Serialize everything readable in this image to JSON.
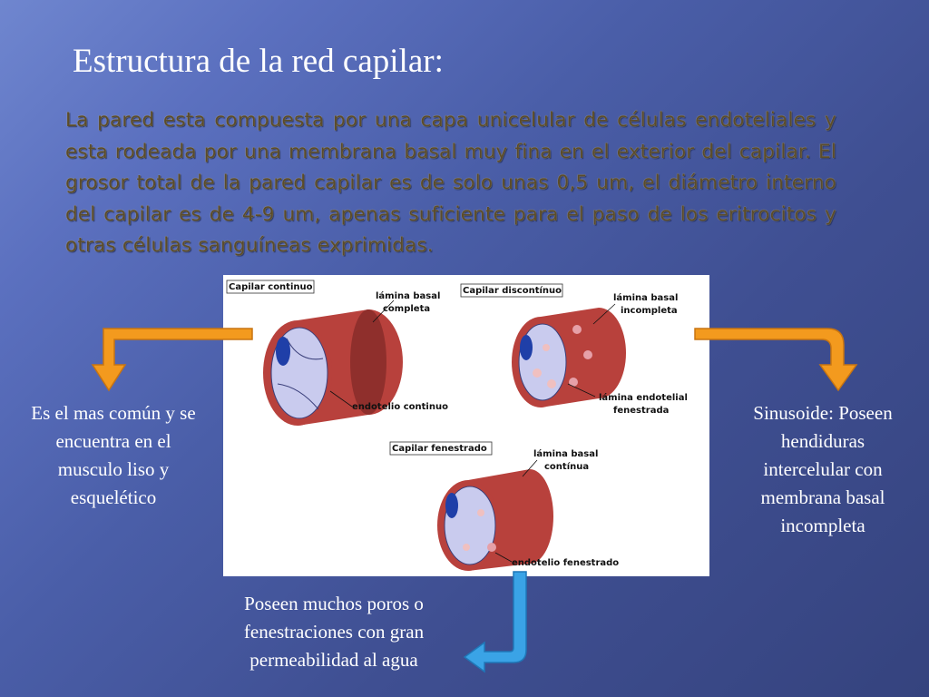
{
  "title": "Estructura de la red capilar:",
  "body": "La pared esta compuesta por una capa unicelular de células endoteliales y esta rodeada por una membrana basal muy fina en el exterior del capilar. El grosor total de la pared capilar es de solo unas 0,5 um, el diámetro interno del capilar es de 4-9 um, apenas suficiente para el paso de los eritrocitos y otras células sanguíneas exprimidas.",
  "figure": {
    "continuo": {
      "heading": "Capilar continuo",
      "label1_line1": "lámina basal",
      "label1_line2": "completa",
      "label2": "endotelio continuo"
    },
    "discontinuo": {
      "heading": "Capilar discontínuo",
      "label1_line1": "lámina basal",
      "label1_line2": "incompleta",
      "label2_line1": "lámina endotelial",
      "label2_line2": "fenestrada"
    },
    "fenestrado": {
      "heading": "Capilar fenestrado",
      "label1_line1": "lámina basal",
      "label1_line2": "contínua",
      "label2": "endotelio fenestrado"
    }
  },
  "left_text": "Es el mas común y se encuentra en el musculo liso y esquelético",
  "right_text": "Sinusoide: Poseen hendiduras intercelular con membrana basal incompleta",
  "bottom_text": "Poseen muchos poros o fenestraciones con gran permeabilidad al agua",
  "colors": {
    "arrow_orange": "#f39a1e",
    "arrow_blue": "#3aa3e6",
    "vessel_red": "#b8413c",
    "lumen": "#c9cbee"
  }
}
